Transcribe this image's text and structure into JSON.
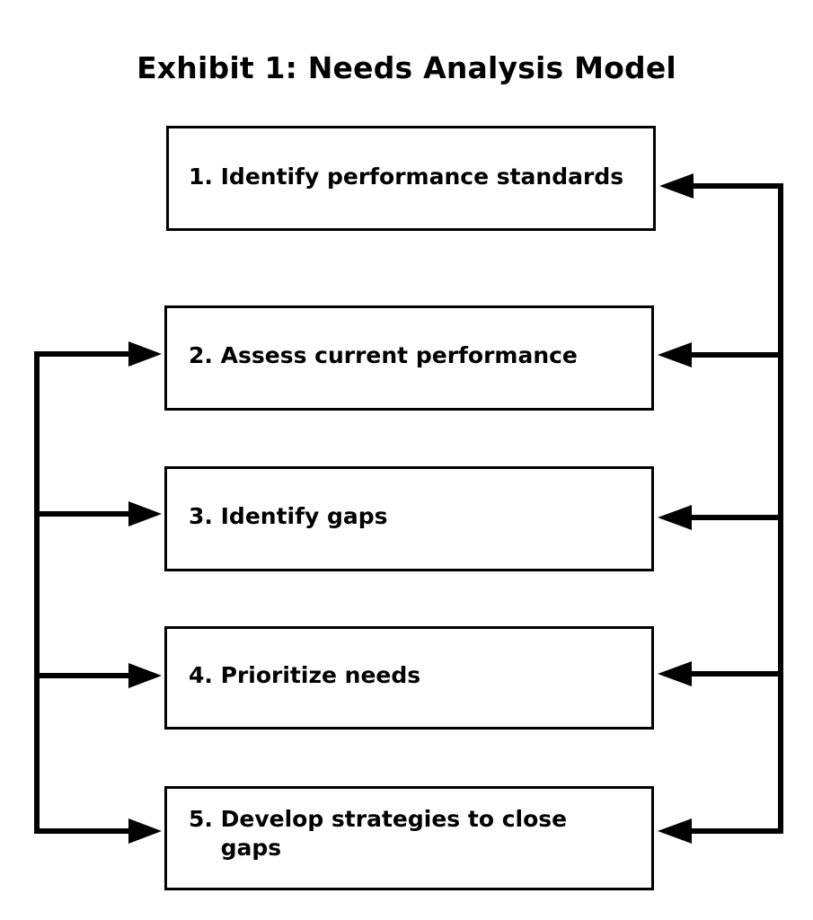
{
  "title": "Exhibit 1: Needs Analysis Model",
  "steps": [
    {
      "number": "1.",
      "label": "Identify performance standards"
    },
    {
      "number": "2.",
      "label": "Assess current performance"
    },
    {
      "number": "3.",
      "label": "Identify gaps"
    },
    {
      "number": "4.",
      "label": "Prioritize needs"
    },
    {
      "number": "5.",
      "label": "Develop strategies to close gaps"
    }
  ],
  "colors": {
    "line": "#000000",
    "background": "#ffffff"
  }
}
